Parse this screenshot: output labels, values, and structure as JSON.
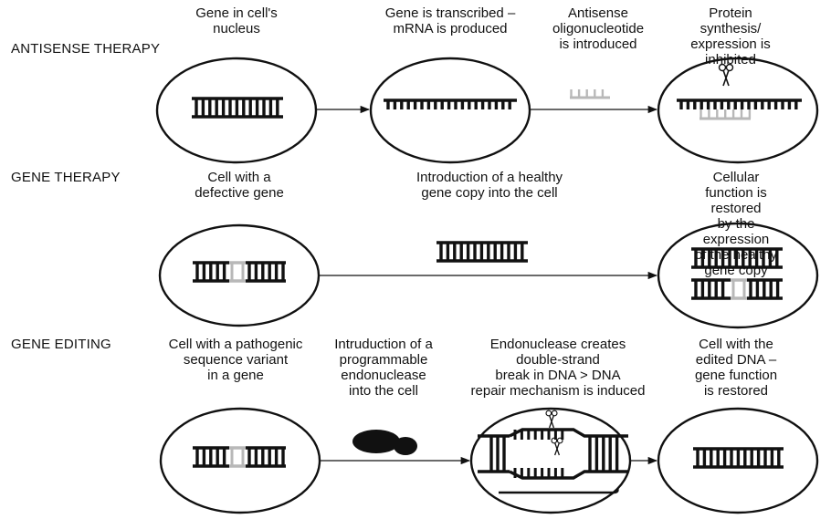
{
  "sections": {
    "antisense": {
      "title": "ANTISENSE THERAPY",
      "steps": [
        "Gene in cell's\nnucleus",
        "Gene is transcribed –\nmRNA is produced",
        "Antisense\noligonucleotide\nis introduced",
        "Protein synthesis/\nexpression is\ninhibited"
      ]
    },
    "gene_therapy": {
      "title": "GENE THERAPY",
      "steps": [
        "Cell with a\ndefective gene",
        "Introduction of a healthy\ngene copy into the cell",
        "Cellular function is restored\nby the expression\nof the healthy gene copy"
      ]
    },
    "gene_editing": {
      "title": "GENE EDITING",
      "steps": [
        "Cell with a pathogenic\nsequence variant\nin a gene",
        "Intruduction of a\nprogrammable\nendonuclease\ninto the cell",
        "Endonuclease creates\ndouble-strand\nbreak in DNA > DNA\nrepair mechanism is induced",
        "Cell with the\nedited DNA –\ngene function\nis restored"
      ]
    }
  },
  "colors": {
    "ink": "#111111",
    "highlight": "#b8b8b8",
    "background": "#ffffff"
  },
  "icons": [
    "scissors-icon",
    "endonuclease-icon",
    "dna-double-strand-icon",
    "mrna-strand-icon",
    "oligonucleotide-icon"
  ]
}
